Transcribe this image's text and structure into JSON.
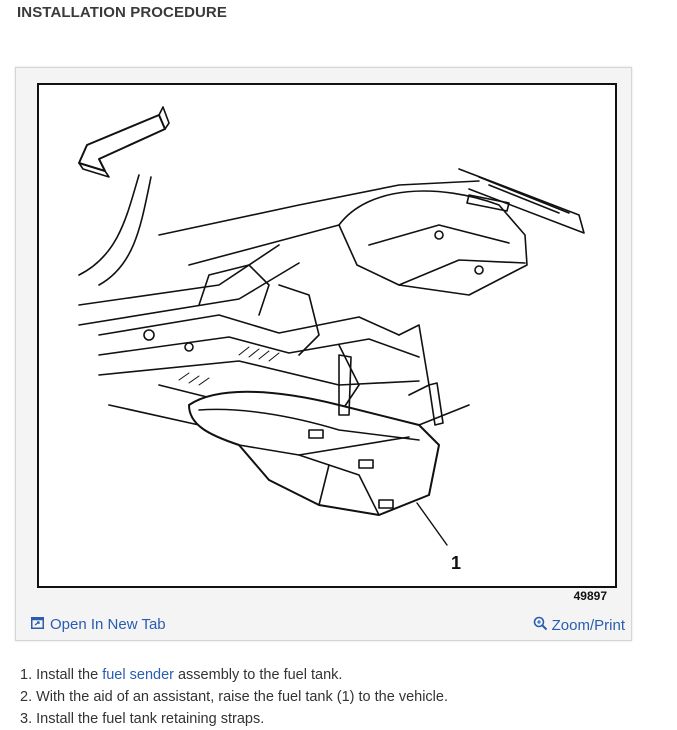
{
  "heading": "INSTALLATION PROCEDURE",
  "figure": {
    "callout": "1",
    "figure_id": "49897",
    "open_tab_label": "Open In New Tab",
    "zoom_label": "Zoom/Print",
    "open_tab_icon": "open-tab-icon",
    "zoom_icon": "zoom-magnifier-icon"
  },
  "steps": [
    {
      "num": "1.",
      "before": " Install the ",
      "link": "fuel sender",
      "after": " assembly to the fuel tank."
    },
    {
      "num": "2.",
      "text": "  With the aid of an assistant, raise the fuel tank (1) to the vehicle."
    },
    {
      "num": "3.",
      "text": " Install the fuel tank retaining straps."
    }
  ],
  "colors": {
    "link": "#2a5db0",
    "text": "#333333"
  }
}
